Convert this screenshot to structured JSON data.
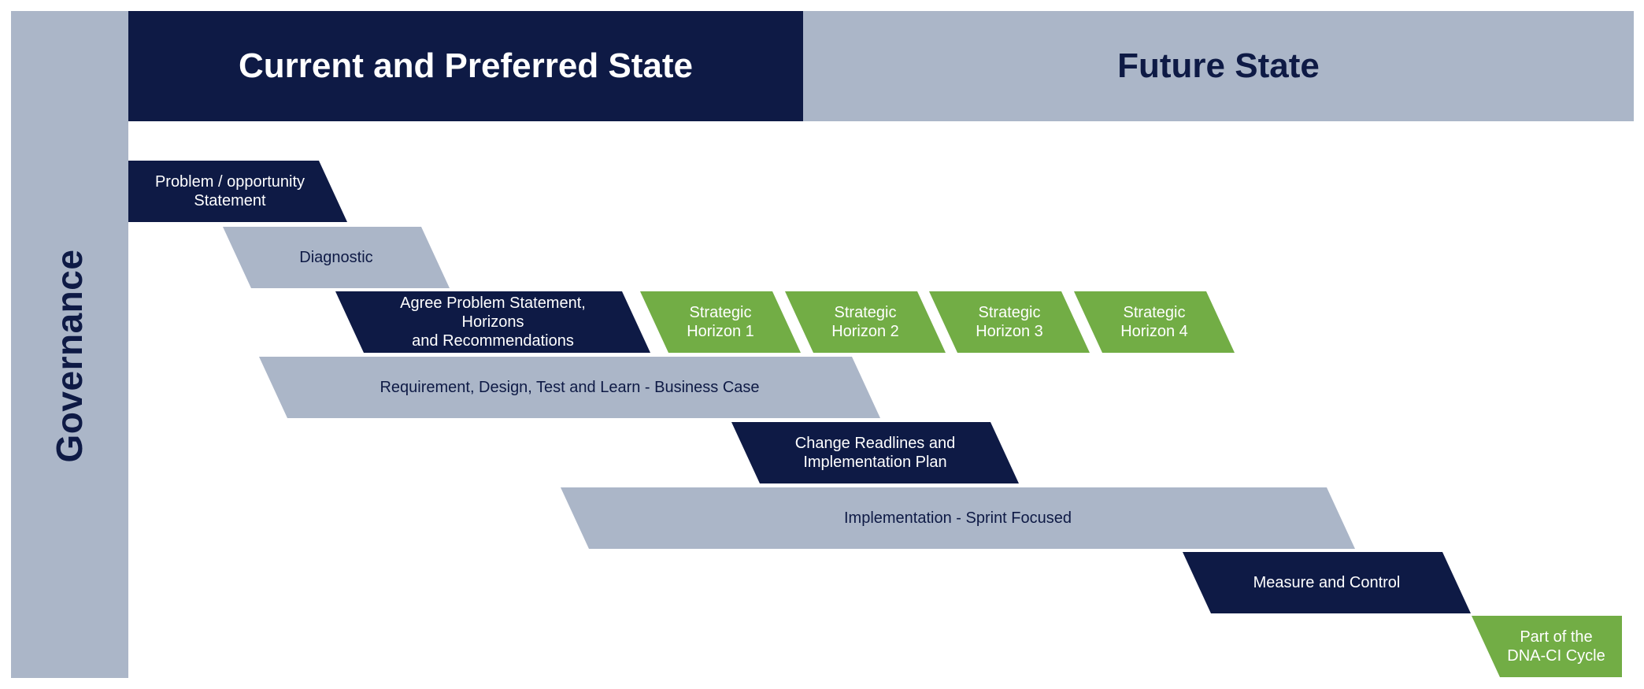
{
  "governance": {
    "label": "Governance"
  },
  "header": {
    "current": "Current and Preferred State",
    "future": "Future State"
  },
  "steps": {
    "problem_line1": "Problem / opportunity",
    "problem_line2": "Statement",
    "diagnostic": "Diagnostic",
    "agree_line1": "Agree Problem Statement, Horizons",
    "agree_line2": "and Recommendations",
    "h1_line1": "Strategic",
    "h1_line2": "Horizon 1",
    "h2_line1": "Strategic",
    "h2_line2": "Horizon 2",
    "h3_line1": "Strategic",
    "h3_line2": "Horizon 3",
    "h4_line1": "Strategic",
    "h4_line2": "Horizon 4",
    "requirement": "Requirement, Design, Test and Learn - Business Case",
    "change_line1": "Change Readlines and",
    "change_line2": "Implementation Plan",
    "implementation": "Implementation - Sprint Focused",
    "measure": "Measure and Control",
    "cycle_line1": "Part of the",
    "cycle_line2": "DNA-CI Cycle"
  },
  "colors": {
    "navy": "#0e1a45",
    "grey": "#abb6c8",
    "green": "#72ad45"
  }
}
